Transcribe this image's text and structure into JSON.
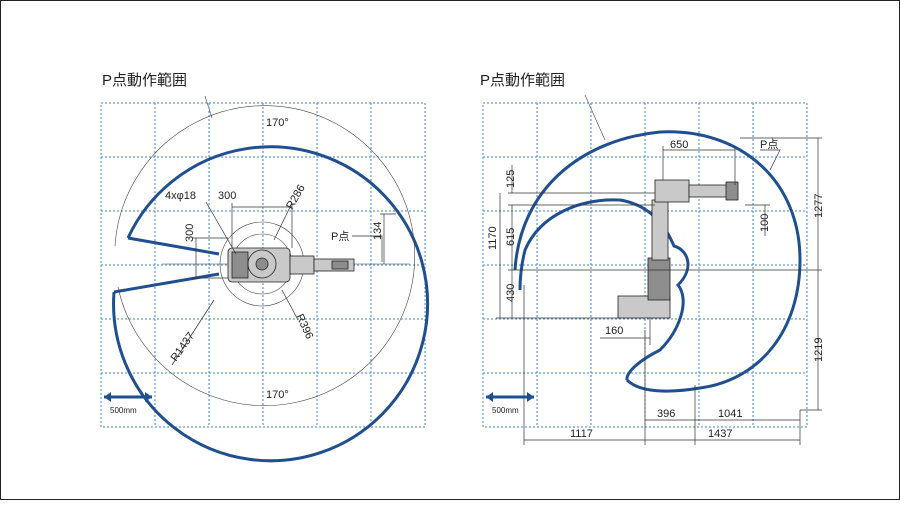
{
  "left": {
    "title": "P点動作範囲",
    "labels": {
      "angle_top": "170°",
      "angle_bottom": "170°",
      "holes": "4xφ18",
      "w300": "300",
      "h300": "300",
      "r286": "R286",
      "p_point": "P点",
      "d134": "134",
      "r396": "R396",
      "r1437": "R1437"
    },
    "scale": "500mm"
  },
  "right": {
    "title": "P点動作範囲",
    "labels": {
      "d650": "650",
      "p_point": "P点",
      "d125": "125",
      "d1277": "1277",
      "d1170": "1170",
      "d615": "615",
      "d100": "100",
      "d430": "430",
      "d160": "160",
      "d1219": "1219",
      "d396": "396",
      "d1041": "1041",
      "d1117": "1117",
      "d1437": "1437"
    },
    "scale": "500mm"
  },
  "colors": {
    "envelope": "#1f4f8f",
    "grid": "#3f86c8"
  }
}
